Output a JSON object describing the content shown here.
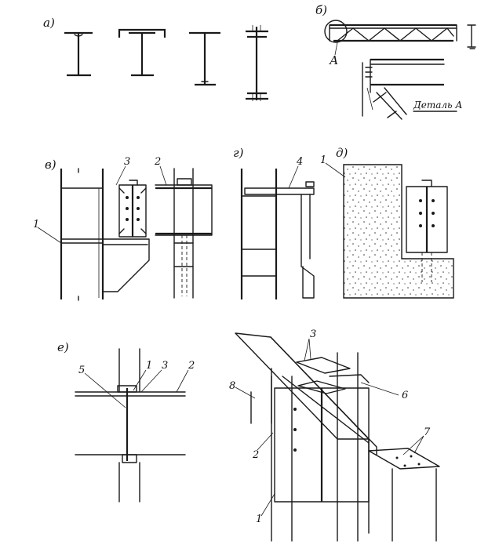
{
  "panels": {
    "a": {
      "label": "а)"
    },
    "b": {
      "label": "б)",
      "detail_marker": "А",
      "detail_caption": "Деталь  А"
    },
    "v": {
      "label": "в)",
      "callouts": [
        "1",
        "2",
        "3"
      ]
    },
    "g": {
      "label": "г)",
      "callouts": [
        "4"
      ]
    },
    "d": {
      "label": "д)",
      "callouts": [
        "1"
      ]
    },
    "e": {
      "label": "е)",
      "callouts": [
        "1",
        "2",
        "3",
        "5"
      ]
    },
    "iso": {
      "callouts": [
        "1",
        "2",
        "3",
        "6",
        "7",
        "8"
      ]
    }
  },
  "colors": {
    "ink": "#1a1a1a",
    "paper": "#ffffff",
    "concrete_dots": "#333333"
  }
}
